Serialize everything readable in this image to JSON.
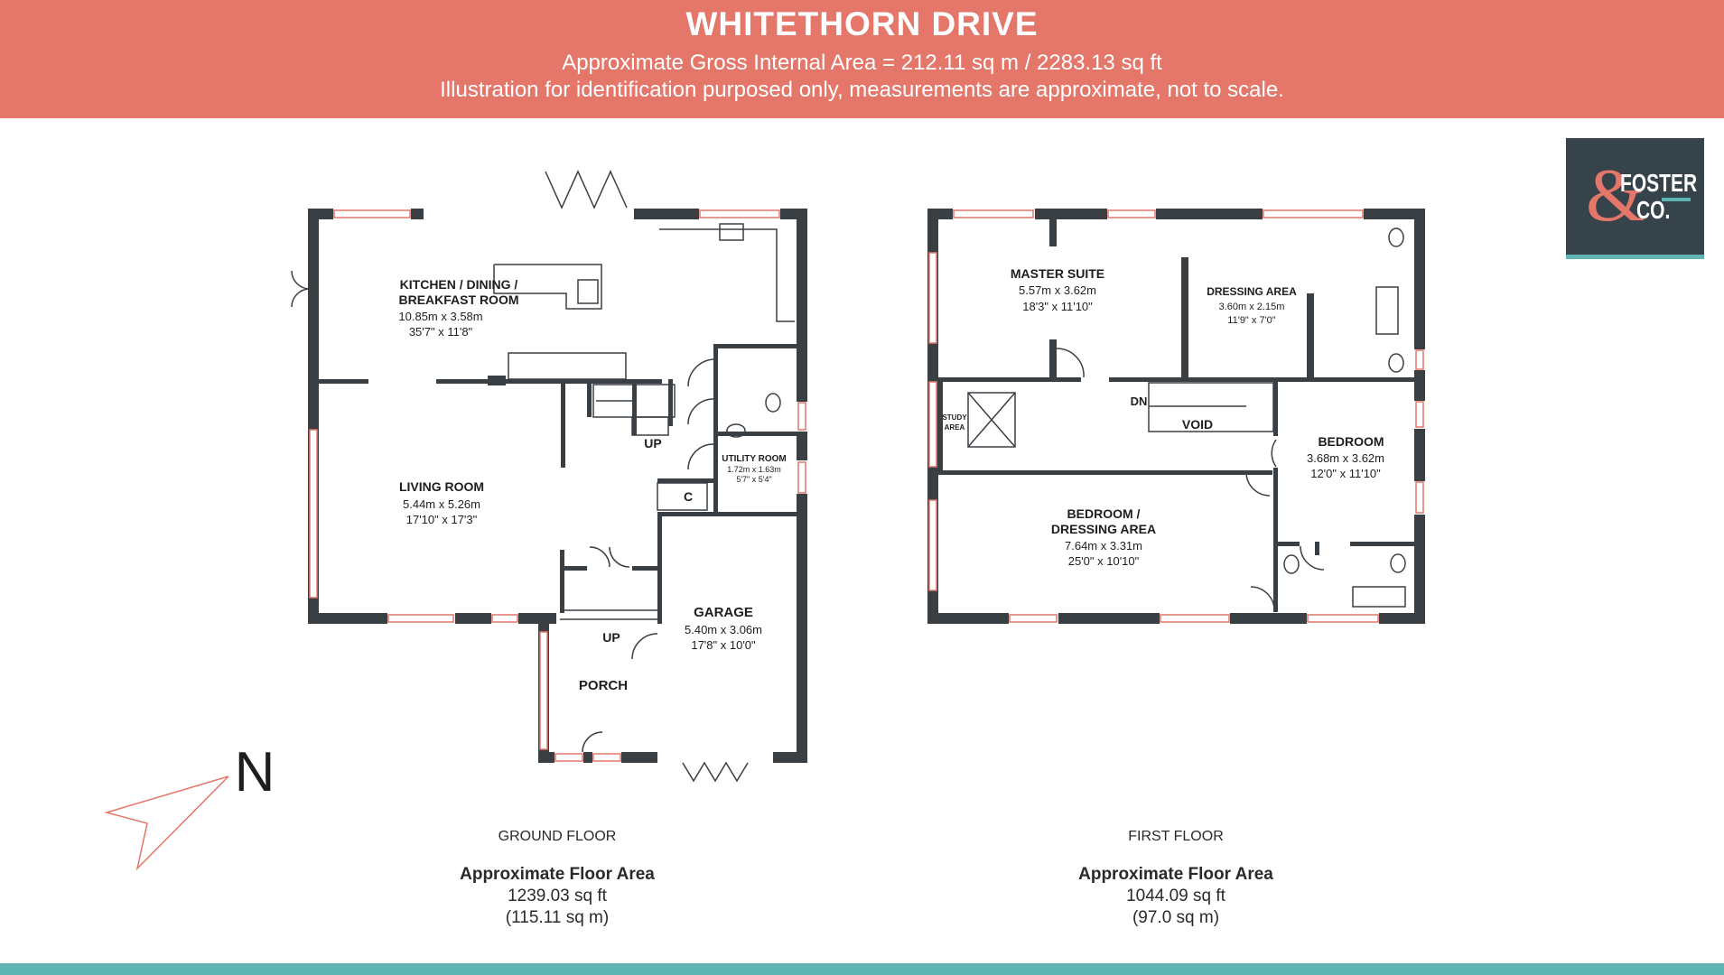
{
  "header": {
    "title": "WHITETHORN DRIVE",
    "line1": "Approximate Gross Internal Area = 212.11 sq m / 2283.13 sq ft",
    "line2": "Illustration for identification purposed only, measurements are approximate, not to scale."
  },
  "logo": {
    "amp": "&",
    "foster": "FOSTER",
    "co": "CO."
  },
  "ground": {
    "kitchen": {
      "name1": "KITCHEN / DINING /",
      "name2": "BREAKFAST ROOM",
      "metric": "10.85m x 3.58m",
      "imperial": "35'7\" x 11'8\""
    },
    "living": {
      "name": "LIVING ROOM",
      "metric": "5.44m x 5.26m",
      "imperial": "17'10\" x 17'3\""
    },
    "utility": {
      "name": "UTILITY ROOM",
      "metric": "1.72m x 1.63m",
      "imperial": "5'7\" x 5'4\""
    },
    "cupboard": "C",
    "garage": {
      "name": "GARAGE",
      "metric": "5.40m x 3.06m",
      "imperial": "17'8\" x 10'0\""
    },
    "porch": "PORCH",
    "stairs_up": "UP",
    "porch_up": "UP"
  },
  "first": {
    "master": {
      "name": "MASTER SUITE",
      "metric": "5.57m x 3.62m",
      "imperial": "18'3\" x 11'10\""
    },
    "dressing": {
      "name": "DRESSING AREA",
      "metric": "3.60m x 2.15m",
      "imperial": "11'9\" x 7'0\""
    },
    "study1": "STUDY",
    "study2": "AREA",
    "dn": "DN",
    "void": "VOID",
    "bedroom": {
      "name": "BEDROOM",
      "metric": "3.68m x 3.62m",
      "imperial": "12'0\" x 11'10\""
    },
    "bedroom2": {
      "name1": "BEDROOM /",
      "name2": "DRESSING AREA",
      "metric": "7.64m x 3.31m",
      "imperial": "25'0\" x 10'10\""
    }
  },
  "compass": "N",
  "floors": [
    {
      "name": "GROUND FLOOR",
      "title": "Approximate Floor Area",
      "sqft": "1239.03 sq ft",
      "sqm": "(115.11 sq m)"
    },
    {
      "name": "FIRST FLOOR",
      "title": "Approximate Floor Area",
      "sqft": "1044.09 sq ft",
      "sqm": "(97.0 sq m)"
    }
  ],
  "colors": {
    "header": "#e4766a",
    "wall": "#3a3f44",
    "accent": "#5fb4b4",
    "window": "#e4766a"
  }
}
